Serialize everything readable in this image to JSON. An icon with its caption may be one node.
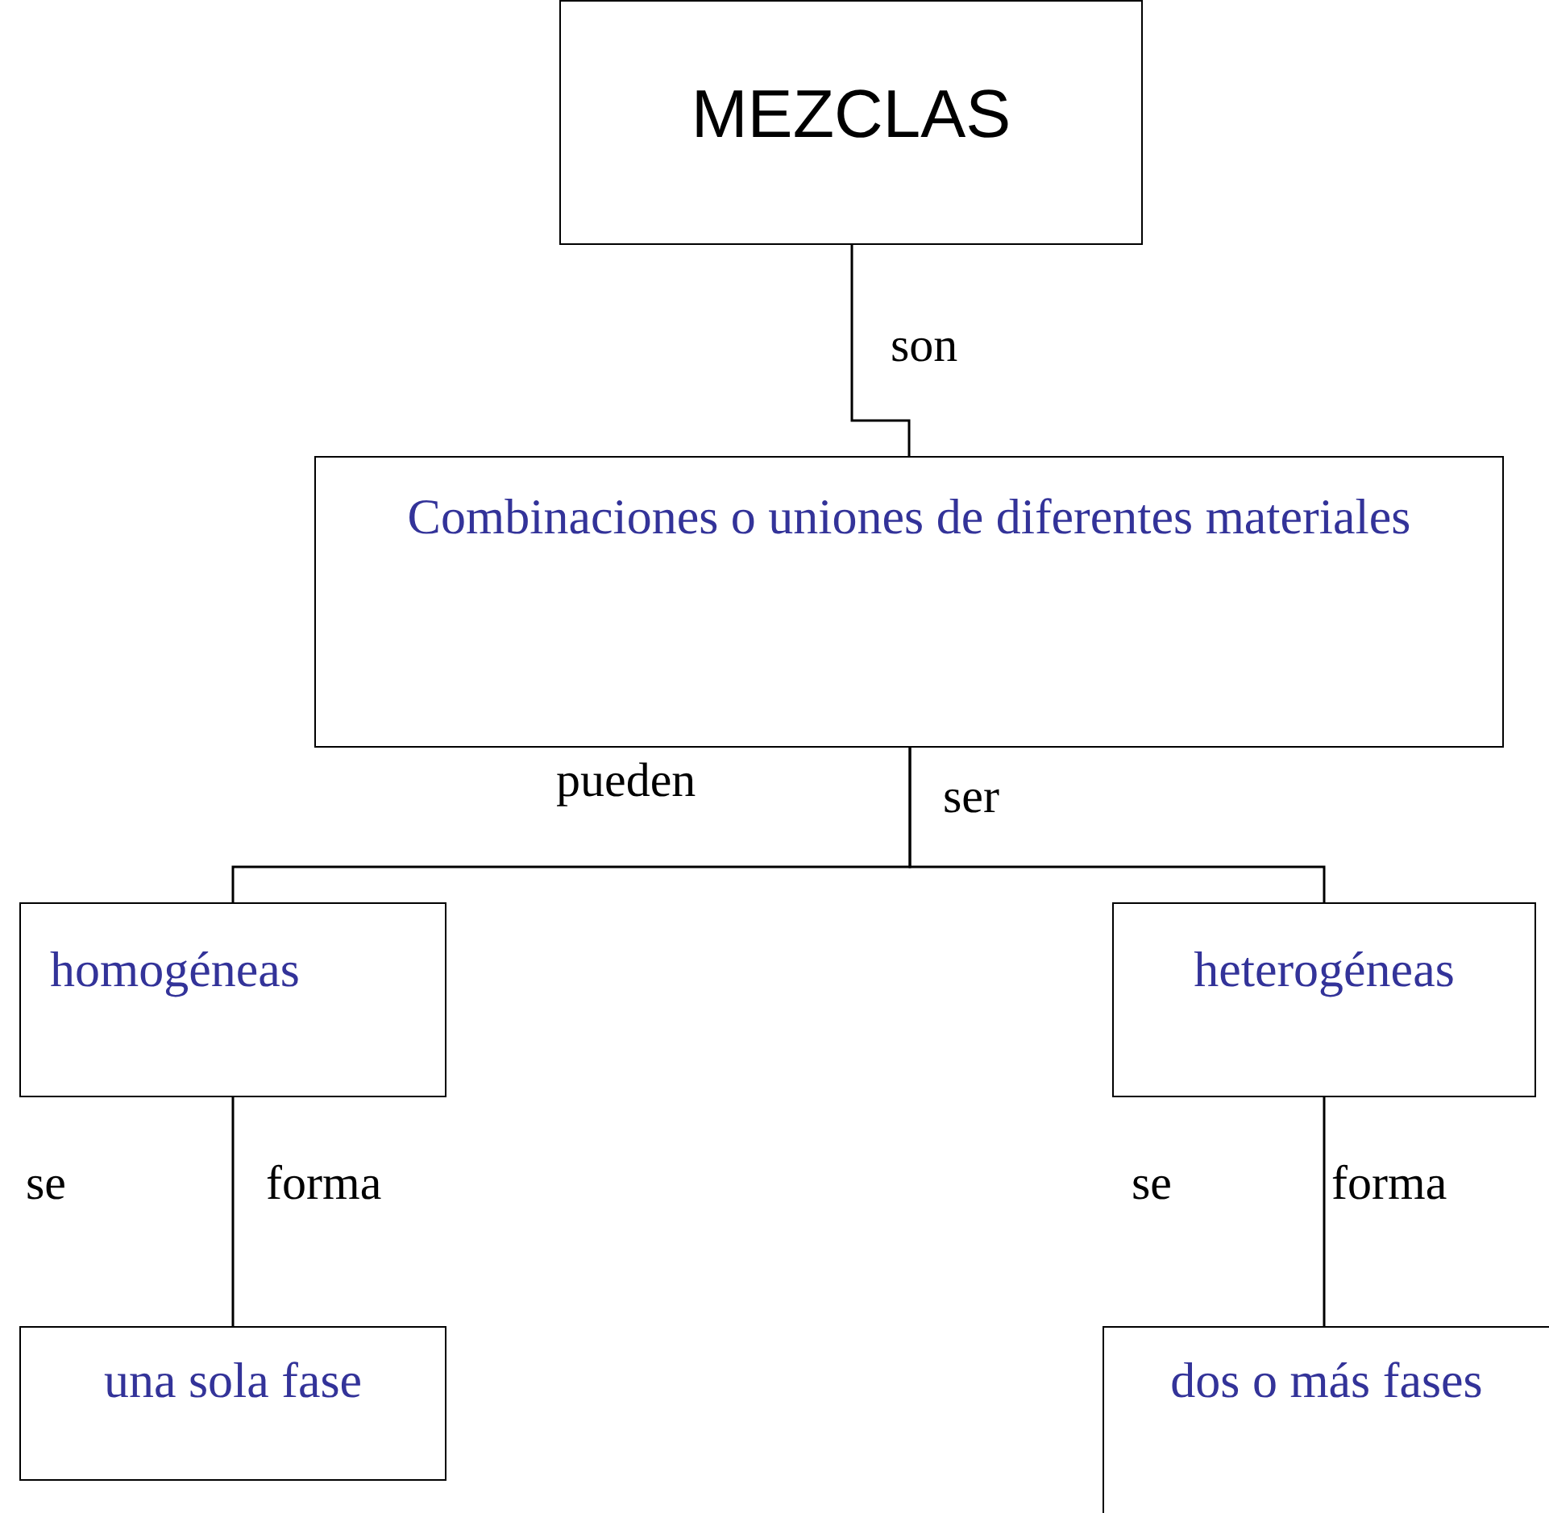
{
  "diagram": {
    "nodes": [
      {
        "text": [
          "MEZCLAS"
        ]
      },
      {
        "text": [
          "Combinaciones o uniones de diferentes materiales"
        ]
      },
      {
        "text": [
          "homogéneas"
        ]
      },
      {
        "text": [
          "heterogéneas"
        ]
      },
      {
        "text": [
          "una sola fase"
        ]
      },
      {
        "text": [
          "dos o más fases"
        ]
      }
    ],
    "edges": [
      {
        "from": 0,
        "to": 1,
        "arrow": "none",
        "label": "son"
      },
      {
        "from": 1,
        "to": 2,
        "arrow": "none"
      },
      {
        "from": 1,
        "to": 3,
        "arrow": "none"
      },
      {
        "from": 2,
        "to": 4,
        "arrow": "none"
      },
      {
        "from": 3,
        "to": 5,
        "arrow": "none"
      }
    ],
    "labels": [
      "pueden",
      "ser",
      "se",
      "forma",
      "se",
      "forma"
    ]
  }
}
